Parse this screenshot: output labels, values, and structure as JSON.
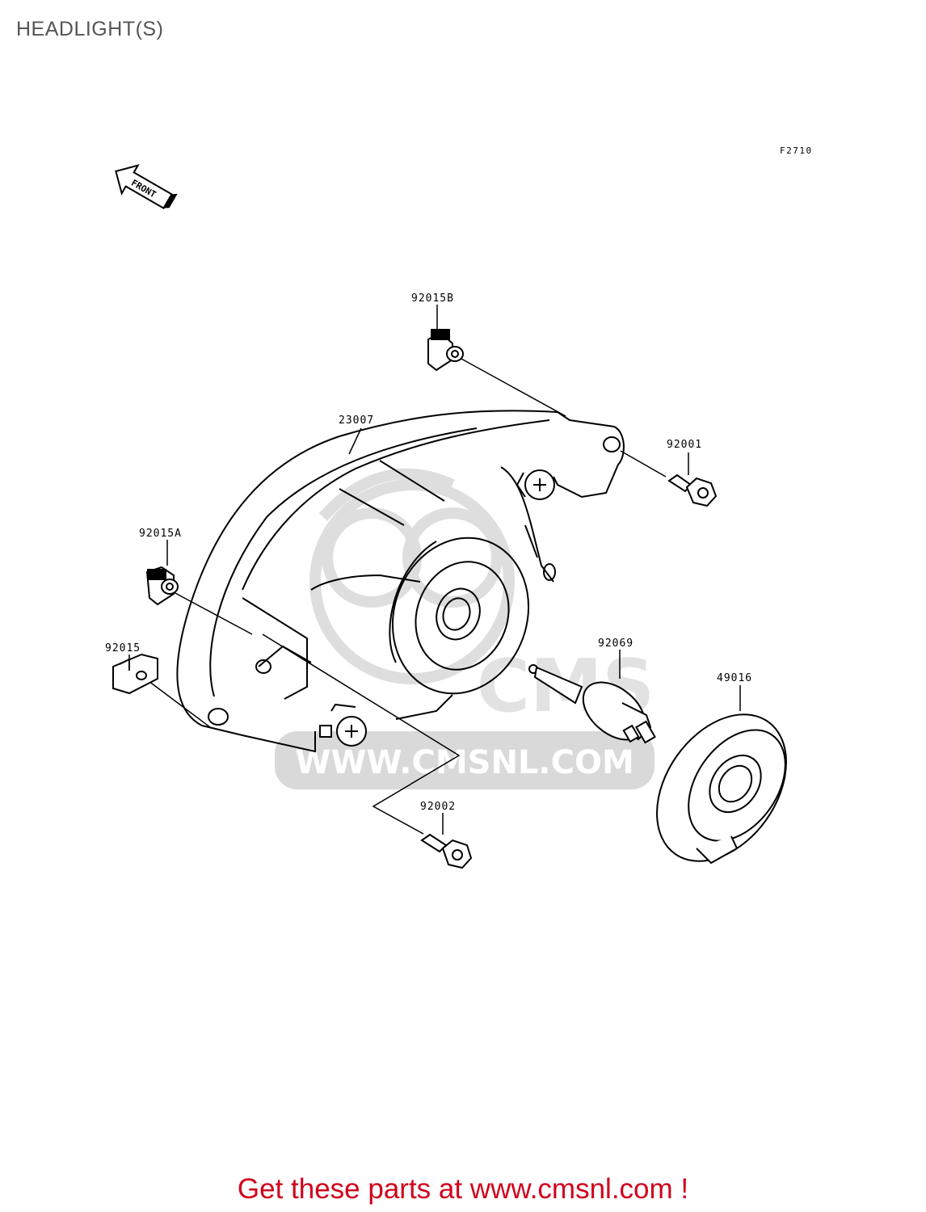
{
  "page": {
    "title": "HEADLIGHT(S)"
  },
  "diagram": {
    "figure_code": "F2710",
    "front_arrow_label": "FRONT",
    "watermark": "WWW.CMSNL.COM",
    "parts": [
      {
        "number": "92015B"
      },
      {
        "number": "23007"
      },
      {
        "number": "92001"
      },
      {
        "number": "92015A"
      },
      {
        "number": "92015"
      },
      {
        "number": "92069"
      },
      {
        "number": "49016"
      },
      {
        "number": "92002"
      }
    ]
  },
  "footer": {
    "promo_text": "Get these parts at www.cmsnl.com !"
  },
  "colors": {
    "promo": "#d0021b",
    "watermark": "#d9d9d9",
    "line": "#000000"
  }
}
